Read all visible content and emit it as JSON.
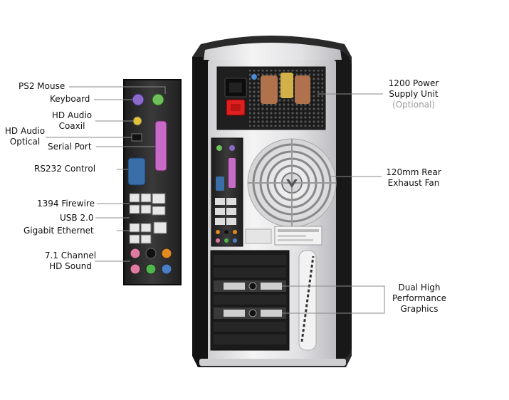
{
  "labels": {
    "ps2_mouse": "PS2 Mouse",
    "keyboard": "Keyboard",
    "hd_audio_coaxil_1": "HD Audio",
    "hd_audio_coaxil_2": "Coaxil",
    "hd_audio_optical_1": "HD Audio",
    "hd_audio_optical_2": "Optical",
    "serial_port": "Serial Port",
    "rs232_control": "RS232 Control",
    "firewire": "1394 Firewire",
    "usb": "USB 2.0",
    "ethernet": "Gigabit Ethernet",
    "sound_1": "7.1 Channel",
    "sound_2": "HD Sound",
    "psu_1": "1200 Power",
    "psu_2": "Supply Unit",
    "psu_3": "(Optional)",
    "fan_1": "120mm Rear",
    "fan_2": "Exhaust Fan",
    "gfx_1": "Dual High",
    "gfx_2": "Performance",
    "gfx_3": "Graphics"
  },
  "colors": {
    "chassis_silver": "#e9e9ea",
    "chassis_black": "#1a1a1a",
    "io_panel": "#2a2a2a",
    "ps2_mouse_port": "#6fbf5a",
    "keyboard_port": "#8a6bc9",
    "serial_port": "#c86ac8",
    "rs232_port": "#3a6ea8",
    "power_switch": "#e02020",
    "audio_orange": "#e28a1e",
    "audio_green": "#4fb84a",
    "audio_pink": "#e07aa0",
    "audio_blue": "#4a7fc8"
  },
  "icons": [
    "psu-fan-icon",
    "exhaust-fan-icon",
    "alienware-logo-icon"
  ]
}
